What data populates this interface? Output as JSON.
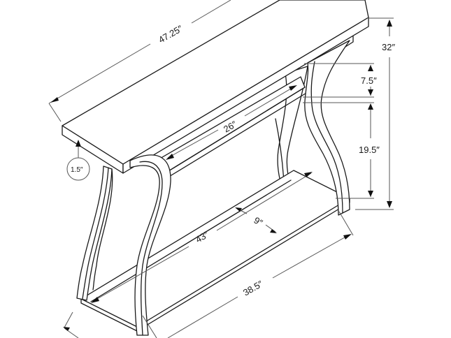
{
  "diagram": {
    "subject": "Console table with curved legs and lower shelf",
    "dimensions": {
      "top_length": "47.25″",
      "total_height": "32″",
      "upper_gap": "7.5″",
      "lower_gap": "19.5″",
      "top_thickness": "1.5″",
      "inner_upper_length": "26″",
      "shelf_length": "43″",
      "shelf_depth": "9″",
      "base_length": "38.5″"
    },
    "colors": {
      "line": "#1a1a1a",
      "dimension_line": "#555555",
      "background": "#ffffff"
    }
  }
}
